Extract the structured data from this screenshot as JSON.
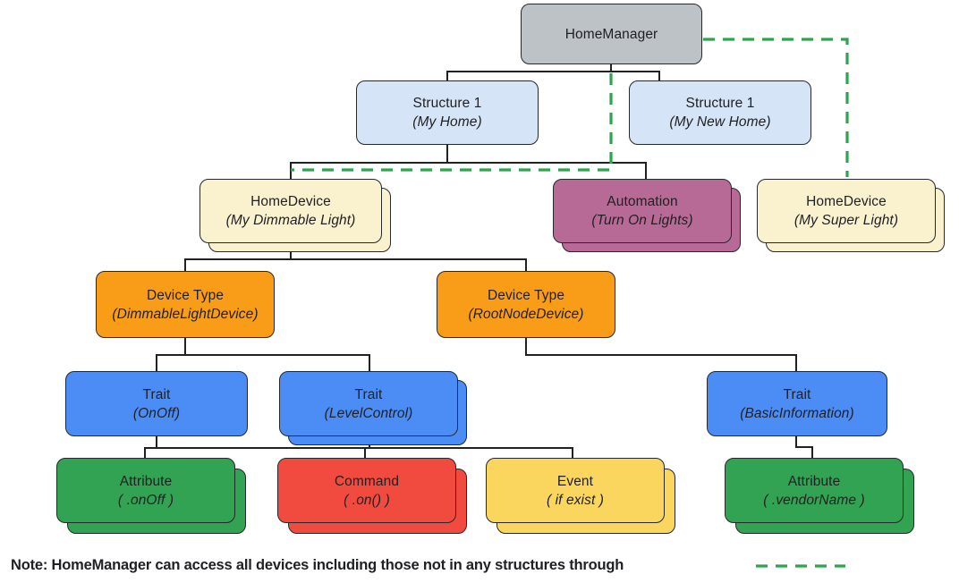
{
  "palette": {
    "gray": "#BDC2C6",
    "light_blue": "#D5E4F6",
    "cream": "#FAF1CE",
    "mauve": "#B76A95",
    "orange": "#F99C17",
    "blue": "#4B8CF5",
    "green": "#31A353",
    "red": "#F04B3E",
    "yellow": "#FAD65E",
    "dashed_green": "#2EA44E",
    "line": "#212121",
    "border": "#26282B",
    "text": "#202124"
  },
  "nodes": {
    "home_manager": {
      "title": "HomeManager",
      "subtitle": ""
    },
    "structure_1": {
      "title": "Structure 1",
      "subtitle": "(My Home)"
    },
    "structure_2": {
      "title": "Structure 1",
      "subtitle": "(My New Home)"
    },
    "home_device_1": {
      "title": "HomeDevice",
      "subtitle": "(My Dimmable Light)"
    },
    "automation": {
      "title": "Automation",
      "subtitle": "(Turn On Lights)"
    },
    "home_device_2": {
      "title": "HomeDevice",
      "subtitle": "(My Super Light)"
    },
    "device_type_1": {
      "title": "Device Type",
      "subtitle": "(DimmableLightDevice)"
    },
    "device_type_2": {
      "title": "Device Type",
      "subtitle": "(RootNodeDevice)"
    },
    "trait_onoff": {
      "title": "Trait",
      "subtitle": "(OnOff)"
    },
    "trait_levelcontrol": {
      "title": "Trait",
      "subtitle": "(LevelControl)"
    },
    "trait_basicinformation": {
      "title": "Trait",
      "subtitle": "(BasicInformation)"
    },
    "attribute_onoff": {
      "title": "Attribute",
      "subtitle": "( .onOff )"
    },
    "command_on": {
      "title": "Command",
      "subtitle": "( .on() )"
    },
    "event_ifexist": {
      "title": "Event",
      "subtitle": "( if exist )"
    },
    "attribute_vendorname": {
      "title": "Attribute",
      "subtitle": "( .vendorName )"
    }
  },
  "note": {
    "text": "Note: HomeManager can access all devices including those not in any structures through"
  }
}
